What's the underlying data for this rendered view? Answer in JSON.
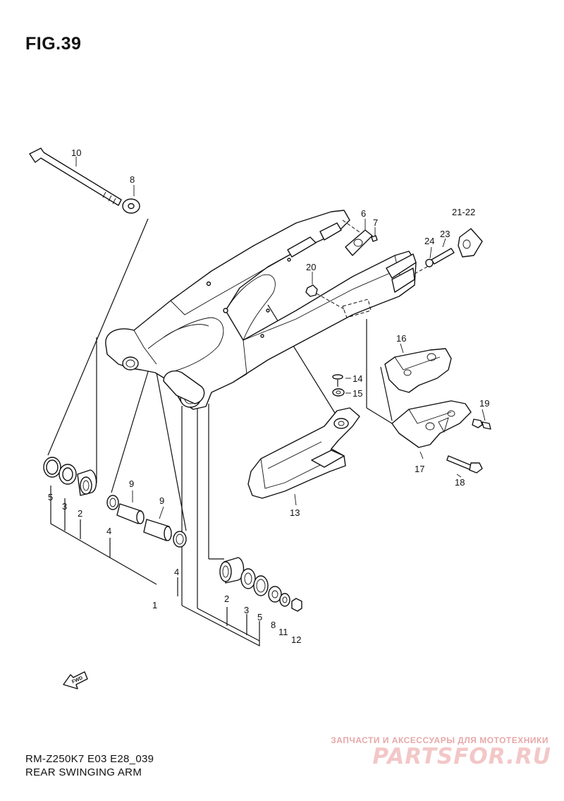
{
  "figure_label": "FIG.39",
  "model_code": "RM-Z250K7 E03 E28_039",
  "section_title": "REAR SWINGING ARM",
  "watermark": {
    "tagline": "ЗАПЧАСТИ И АКСЕССУАРЫ ДЛЯ МОТОТЕХНИКИ",
    "logo_text": "PARTSFOR.RU"
  },
  "direction_marker": "FWD",
  "callouts": {
    "c10": "10",
    "c8a": "8",
    "c6": "6",
    "c7": "7",
    "c21_22": "21-22",
    "c23": "23",
    "c24": "24",
    "c20": "20",
    "c16": "16",
    "c14": "14",
    "c15": "15",
    "c19": "19",
    "c17": "17",
    "c18": "18",
    "c13": "13",
    "c5a": "5",
    "c3a": "3",
    "c2a": "2",
    "c9a": "9",
    "c9b": "9",
    "c4a": "4",
    "c4b": "4",
    "c1": "1",
    "c2b": "2",
    "c3b": "3",
    "c5b": "5",
    "c8b": "8",
    "c11": "11",
    "c12": "12"
  }
}
